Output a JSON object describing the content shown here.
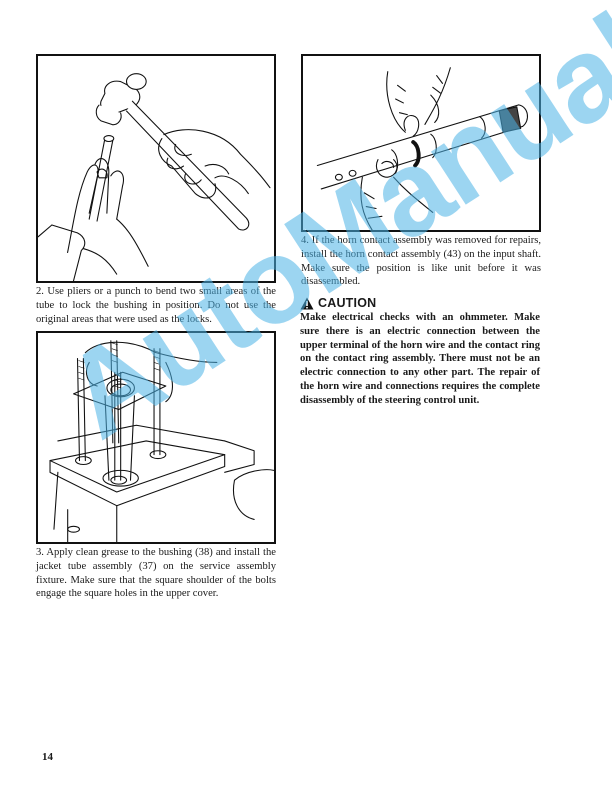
{
  "page": {
    "number": "14",
    "watermark": "AutoManual"
  },
  "figures": [
    {
      "id": "fig-hammer-punch",
      "description": "hands holding hammer and punch against tube"
    },
    {
      "id": "fig-service-fixture",
      "description": "jacket tube assembly on service assembly fixture with four bolts"
    },
    {
      "id": "fig-horn-contact",
      "description": "hands installing horn contact assembly on input shaft"
    }
  ],
  "steps": {
    "step2": "2. Use pliers or a punch to bend two small areas of the tube to lock the bushing in position. Do not use the original areas that were used as the locks.",
    "step3": "3. Apply clean grease to the bushing (38) and install the jacket tube assembly (37) on the service assembly fixture. Make sure that the square shoulder of the bolts engage the square holes in the upper cover.",
    "step4": "4. If the horn contact assembly was removed for repairs, install the horn contact assembly (43) on the input shaft. Make sure the position is like unit before it was disassembled."
  },
  "caution": {
    "icon": "warning-triangle-icon",
    "title": "CAUTION",
    "text": "Make electrical checks with an ohmmeter. Make sure there is an electric connection between the upper terminal of the horn wire and the contact ring on the contact ring assembly. There must not be an electric connection to any other part. The repair of the horn wire and connections requires the complete disassembly of the steering control unit."
  }
}
